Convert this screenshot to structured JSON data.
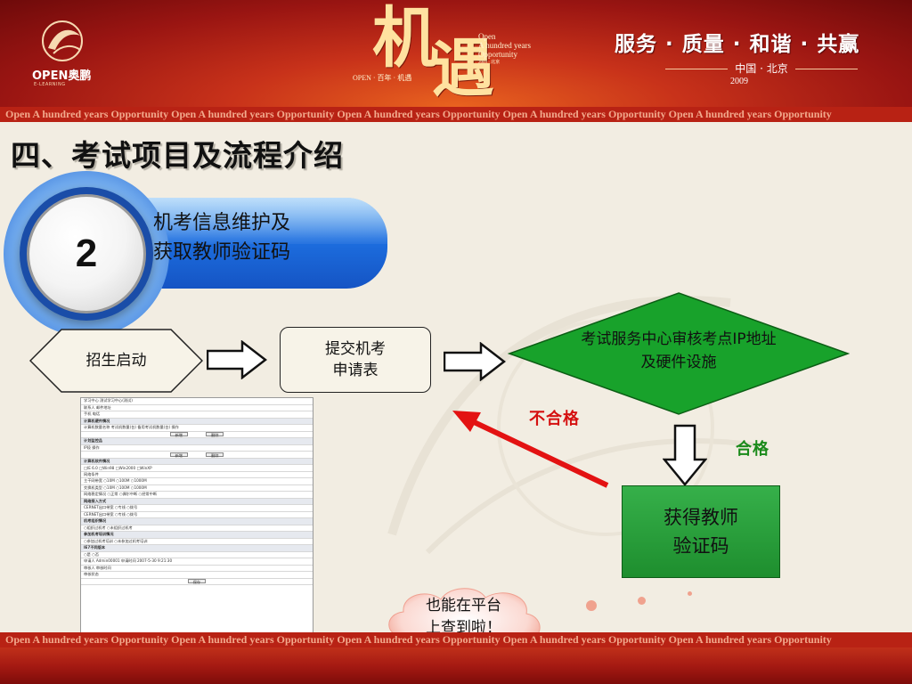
{
  "header": {
    "logo_brand": "OPEN奥鹏",
    "logo_sub": "E-LEARNING",
    "emblem_chars": [
      "机",
      "遇"
    ],
    "emblem_lines": [
      "Open",
      "A hundred years",
      "Opportunity",
      "2009 · 北京"
    ],
    "emblem_sub": "OPEN · 百年 · 机遇",
    "slogan": "服务 · 质量 · 和谐 · 共赢",
    "location": "中国 · 北京",
    "year": "2009"
  },
  "tagline": "Open A hundred years Opportunity  Open A hundred years Opportunity  Open A hundred years Opportunity  Open A hundred years Opportunity  Open A hundred years Opportunity",
  "title": "四、考试项目及流程介绍",
  "step": {
    "number": "2",
    "label_line1": "机考信息维护及",
    "label_line2": "获取教师验证码"
  },
  "flow": {
    "start": "招生启动",
    "submit_line1": "提交机考",
    "submit_line2": "申请表",
    "review_line1": "考试服务中心审核考点IP地址",
    "review_line2": "及硬件设施",
    "fail": "不合格",
    "pass": "合格",
    "result_line1": "获得教师",
    "result_line2": "验证码",
    "cloud_line1": "也能在平台",
    "cloud_line2": "上查到啦！"
  },
  "form": {
    "rows": [
      {
        "type": "row",
        "text": "学习中心        测试学习中心(测试)"
      },
      {
        "type": "row",
        "text": "联系人                                     邮件地址"
      },
      {
        "type": "row",
        "text": "手机                                       电话"
      },
      {
        "type": "sec",
        "text": "计算机硬件情况"
      },
      {
        "type": "row",
        "text": "计算机数量名称     考试机数量(台)     备用考试机数量(台)   操作"
      },
      {
        "type": "btn",
        "text": "新增",
        "text2": "删除"
      },
      {
        "type": "sec",
        "text": "计划监控品"
      },
      {
        "type": "row",
        "text": "IP段                          操作"
      },
      {
        "type": "btn",
        "text": "新增",
        "text2": "删除"
      },
      {
        "type": "sec",
        "text": "计算机软件情况"
      },
      {
        "type": "row",
        "text": "□IE 6.0  □Win98  □Win2000  □WinXP"
      },
      {
        "type": "row",
        "text": "网络条件"
      },
      {
        "type": "row",
        "text": "主干网带宽        ○10M        ○100M        ○1000M"
      },
      {
        "type": "row",
        "text": "交换机类型        ○10M        ○100M        ○1000M"
      },
      {
        "type": "row",
        "text": "网络稳定情况      ○正常        ○偶尔中断      ○经常中断"
      },
      {
        "type": "sec",
        "text": "网络接入方式"
      },
      {
        "type": "row",
        "text": "CERNET出口带宽                      ○专线        ○拨号"
      },
      {
        "type": "row",
        "text": "CERNET出口带宽                      ○专线        ○拨号"
      },
      {
        "type": "sec",
        "text": "机考组织情况"
      },
      {
        "type": "row",
        "text": "○组织过机考                    ○未组织过机考"
      },
      {
        "type": "sec",
        "text": "参加机考培训情况"
      },
      {
        "type": "row",
        "text": "○参加过机考培训                ○未参加过机考培训"
      },
      {
        "type": "sec",
        "text": "IE7不同版本"
      },
      {
        "type": "row",
        "text": "○是                    ○否"
      },
      {
        "type": "row",
        "text": "申请人    Admin00001     申请时间    2007-5-30 9:21:30"
      },
      {
        "type": "row",
        "text": "审核人                    审核时间"
      },
      {
        "type": "row",
        "text": "审核状态"
      },
      {
        "type": "btn1",
        "text": "保存"
      }
    ]
  },
  "colors": {
    "header_red": "#9a1512",
    "badge_blue": "#1d6fe0",
    "diamond_green": "#18a22b",
    "fail_red": "#d51010",
    "pass_green": "#1a8a1a",
    "cloud_pink": "#f7c6bc"
  }
}
